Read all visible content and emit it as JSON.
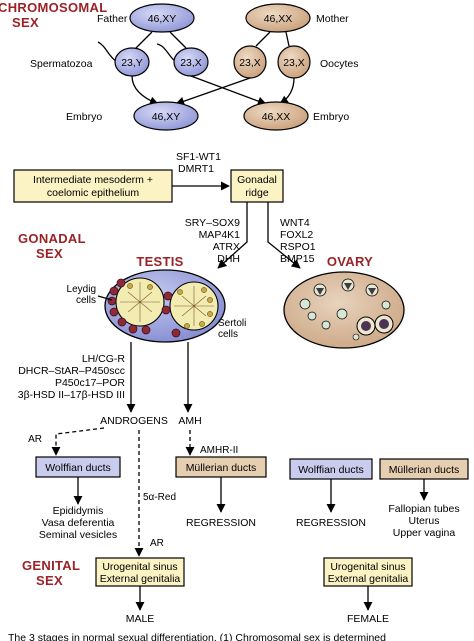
{
  "sections": {
    "chromosomal": [
      "CHROMOSOMAL",
      "SEX"
    ],
    "gonadal": [
      "GONADAL",
      "SEX"
    ],
    "genital": [
      "GENITAL",
      "SEX"
    ]
  },
  "chromosomal": {
    "father_label": "Father",
    "father_karyotype": "46,XY",
    "mother_label": "Mother",
    "mother_karyotype": "46,XX",
    "spermatozoa_label": "Spermatozoa",
    "sperm1": "23,Y",
    "sperm2": "23,X",
    "oocytes_label": "Oocytes",
    "oocyte1": "23,X",
    "oocyte2": "23,X",
    "embryo_label": "Embryo",
    "embryo_male": "46,XY",
    "embryo_female": "46,XX"
  },
  "gonad": {
    "source_box": [
      "Intermediate mesoderm +",
      "coelomic epithelium"
    ],
    "source_factors": [
      "SF1-WT1",
      "DMRT1"
    ],
    "ridge_box": [
      "Gonadal",
      "ridge"
    ],
    "testis_factors": [
      "SRY–SOX9",
      "MAP4K1",
      "ATRX",
      "DHH"
    ],
    "ovary_factors": [
      "WNT4",
      "FOXL2",
      "RSPO1",
      "BMP15"
    ],
    "testis_title": "TESTIS",
    "ovary_title": "OVARY",
    "leydig": [
      "Leydig",
      "cells"
    ],
    "sertoli": [
      "Sertoli",
      "cells"
    ]
  },
  "male_path": {
    "enzymes": [
      "LH/CG-R",
      "DHCR–StAR–P450scc",
      "P450c17–POR",
      "3β-HSD II–17β-HSD III"
    ],
    "androgens": "ANDROGENS",
    "amh": "AMH",
    "ar1": "AR",
    "ar2": "AR",
    "five_alpha": "5α-Red",
    "amhr": "AMHR-II",
    "wolffian": "Wolffian ducts",
    "mullerian": "Müllerian ducts",
    "wolffian_derivatives": [
      "Epididymis",
      "Vasa deferentia",
      "Seminal vesicles"
    ],
    "regression": "REGRESSION",
    "genital_box": [
      "Urogenital sinus",
      "External genitalia"
    ],
    "outcome": "MALE"
  },
  "female_path": {
    "wolffian": "Wolffian ducts",
    "mullerian": "Müllerian ducts",
    "regression": "REGRESSION",
    "mullerian_derivatives": [
      "Fallopian tubes",
      "Uterus",
      "Upper vagina"
    ],
    "genital_box": [
      "Urogenital sinus",
      "External genitalia"
    ],
    "outcome": "FEMALE"
  },
  "caption": "The 3 stages in normal sexual differentiation. (1) Chromosomal sex is determined",
  "colors": {
    "title": "#9b2226",
    "male_gamete": "#a9aee6",
    "female_gamete": "#d3b291",
    "yellow_box": "#fbf3c4",
    "blue_box": "#c9ccec",
    "tan_box": "#e6ceb1",
    "testis": "#9ea5dd",
    "ovary": "#d7b79a",
    "cell_red": "#8c2a3a"
  }
}
